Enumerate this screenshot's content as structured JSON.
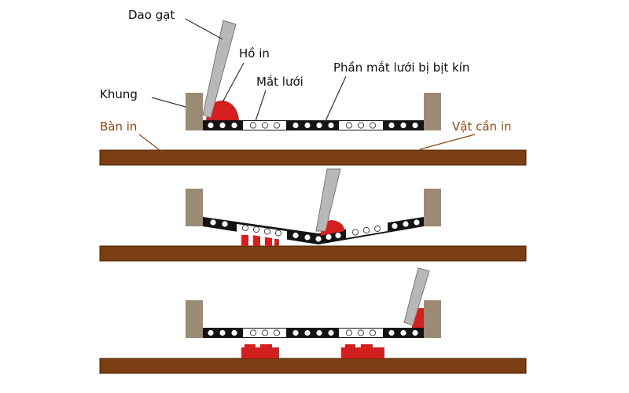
{
  "labels": {
    "squeegee": "Dao gạt",
    "ink": "Hồ in",
    "mesh": "Mắt lưới",
    "blocked": "Phần mắt lưới bị bịt kín",
    "frame": "Khung",
    "table": "Bàn in",
    "substrate": "Vật cần in"
  },
  "colors": {
    "board": "#7a3e12",
    "board_edge": "#4a2208",
    "frame": "#9a8a76",
    "blade": "#b8b8b8",
    "ink": "#d41f1f",
    "mesh_dark": "#141414",
    "mesh_hole": "#ffffff",
    "leader": "#333333",
    "leader_brown": "#8a4a14"
  }
}
